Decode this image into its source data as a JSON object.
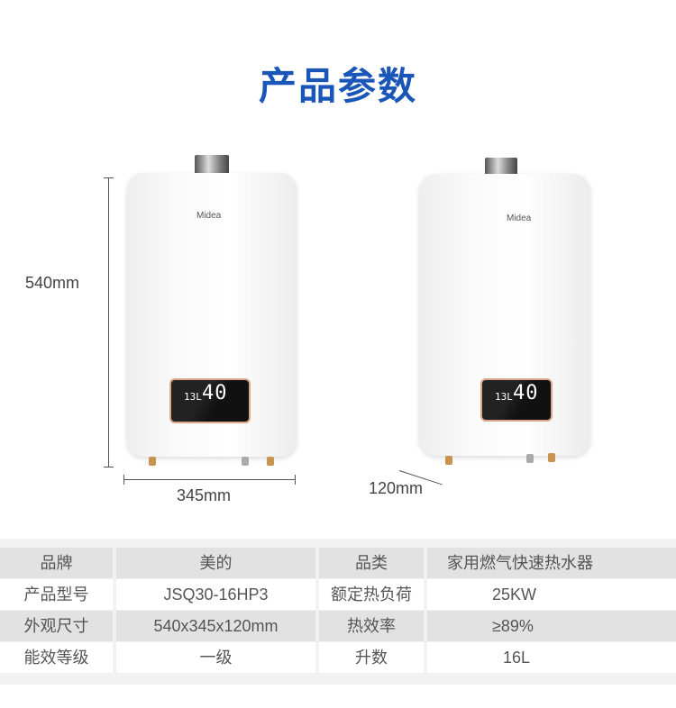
{
  "title": "产品参数",
  "dimensions": {
    "height": "540mm",
    "width": "345mm",
    "depth": "120mm"
  },
  "brand_logo": "Midea",
  "display": {
    "temperature": "40",
    "unit": "℃",
    "flow": "13L"
  },
  "specs": [
    [
      "品牌",
      "美的",
      "品类",
      "家用燃气快速热水器"
    ],
    [
      "产品型号",
      "JSQ30-16HP3",
      "额定热负荷",
      "25KW"
    ],
    [
      "外观尺寸",
      "540x345x120mm",
      "热效率",
      "≥89%"
    ],
    [
      "能效等级",
      "一级",
      "升数",
      "16L"
    ]
  ]
}
